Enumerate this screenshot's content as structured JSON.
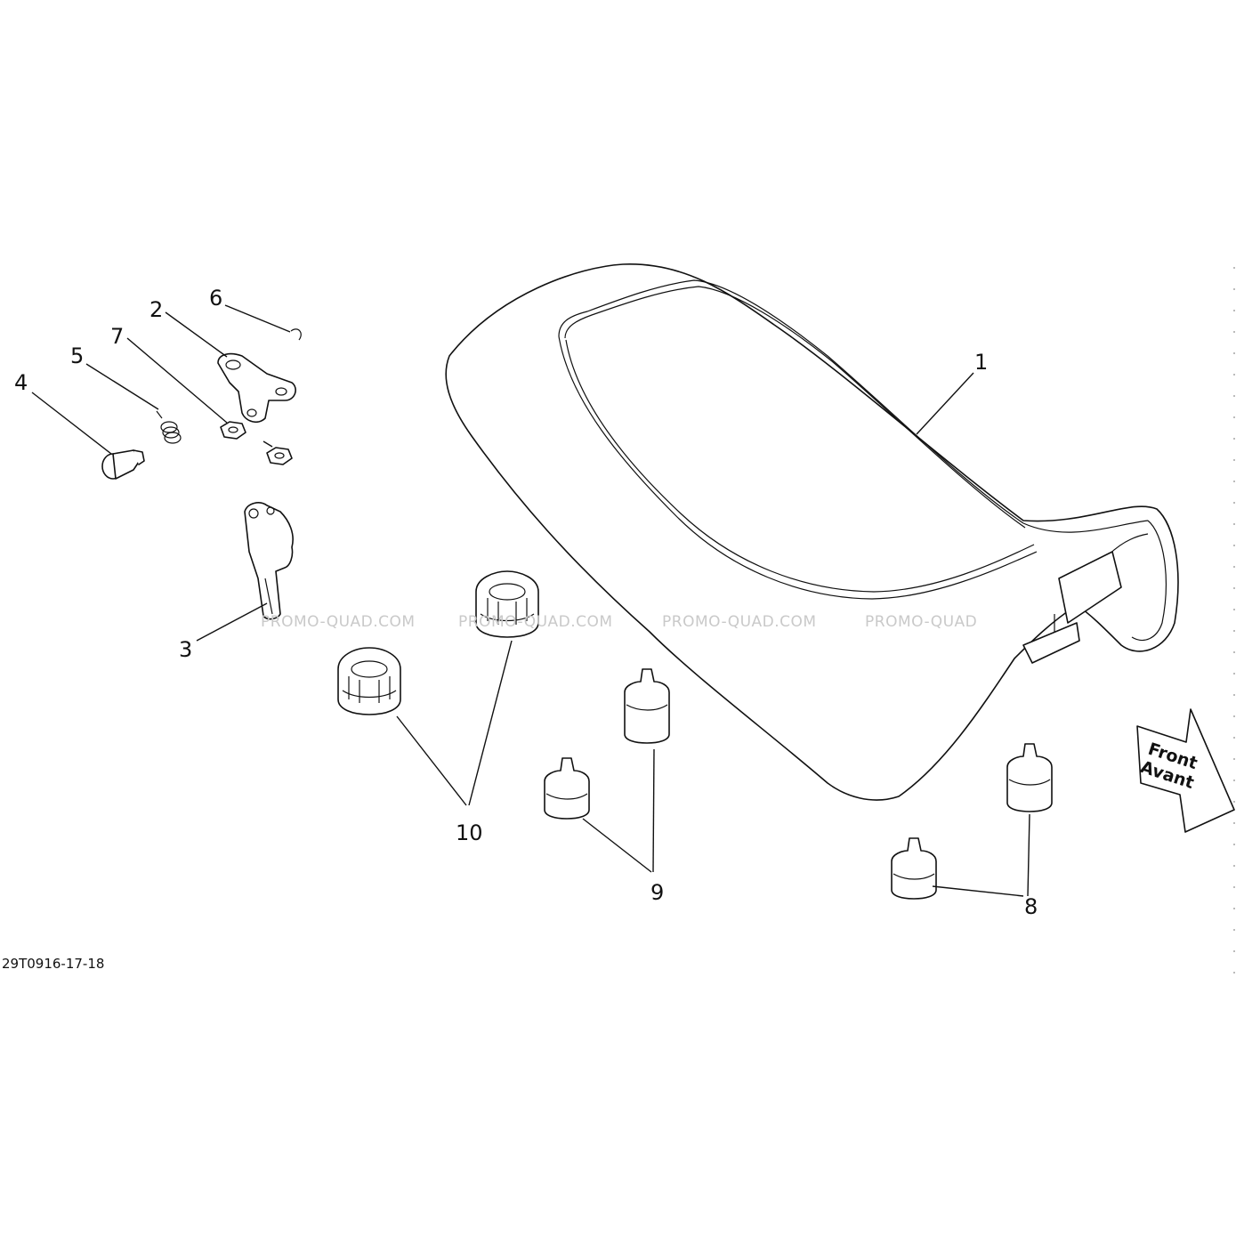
{
  "callouts": [
    "1",
    "2",
    "3",
    "4",
    "5",
    "6",
    "7",
    "8",
    "9",
    "10"
  ],
  "drawing_number": "29T0916-17-18",
  "watermark": [
    "PROMO-QUAD.COM",
    "PROMO-QUAD.COM",
    "PROMO-QUAD.COM",
    "PROMO-QUAD"
  ],
  "front_arrow": {
    "line1": "Front",
    "line2": "Avant"
  }
}
